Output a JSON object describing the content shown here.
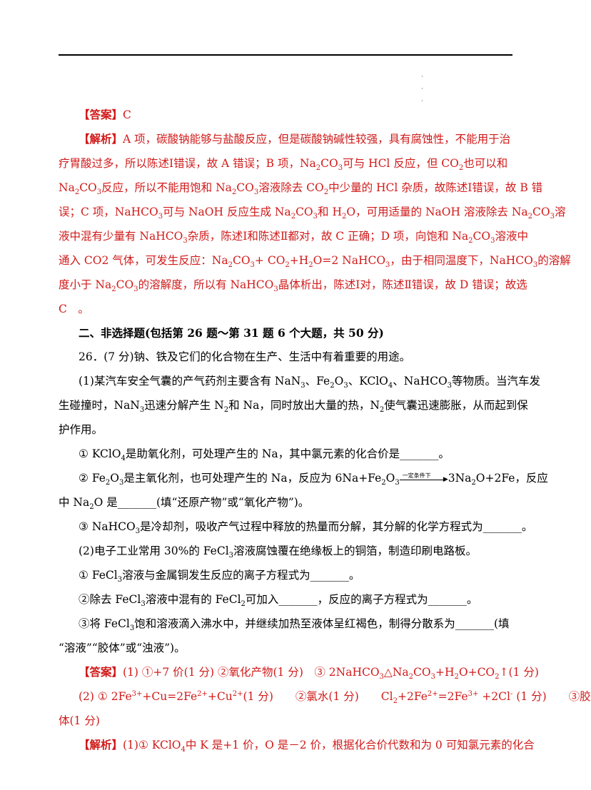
{
  "answer1": {
    "tag": "【答案】",
    "text": "C"
  },
  "analysis1": {
    "tag": "【解析】",
    "l1": "A 项，碳酸钠能够与盐酸反应，但是碳酸钠碱性较强，具有腐蚀性，不能用于治",
    "l2": "疗胃酸过多，所以陈述Ⅰ错误，故 A 错误；B 项，Na",
    "l2b": "CO",
    "l2c": "可与 HCl 反应，但 CO",
    "l2d": "也可以和",
    "l3a": "Na",
    "l3b": "CO",
    "l3c": "反应，所以不能用饱和 Na",
    "l3d": "CO",
    "l3e": "溶液除去 CO",
    "l3f": "中少量的 HCl 杂质，故陈述Ⅰ错误，故 B 错",
    "l4a": "误；C 项，NaHCO",
    "l4b": "可与 NaOH 反应生成 Na",
    "l4c": "CO",
    "l4d": "和 H",
    "l4e": "O，可用适量的 NaOH 溶液除去 Na",
    "l4f": "CO",
    "l4g": "溶",
    "l5a": "液中混有少量有 NaHCO",
    "l5b": "杂质，陈述Ⅰ和陈述Ⅱ都对，故 C 正确；D 项，向饱和 Na",
    "l5c": "CO",
    "l5d": "溶液中",
    "l6a": "通入 CO2 气体，可发生反应：Na",
    "l6b": "CO",
    "l6c": "+ CO",
    "l6d": "+H",
    "l6e": "O=2 NaHCO",
    "l6f": "，由于相同温度下，NaHCO",
    "l6g": "的溶解",
    "l7a": "度小于 Na",
    "l7b": "CO",
    "l7c": "的溶解度，所以有 NaHCO",
    "l7d": "晶体析出，陈述Ⅰ对，陈述Ⅱ错误，故 D 错误；故选",
    "l8": "C　。"
  },
  "section2": "二、非选择题(包括第 26 题～第 31 题 6 个大题，共 50 分)",
  "q26": {
    "title": "26．(7 分)钠、铁及它们的化合物在生产、生活中有着重要的用途。",
    "p1a": "(1)某汽车安全气囊的产气药剂主要含有 NaN",
    "p1b": "、Fe",
    "p1c": "O",
    "p1d": "、KClO",
    "p1e": "、NaHCO",
    "p1f": "等物质。当汽车发",
    "p2a": "生碰撞时，NaN",
    "p2b": "迅速分解产生 N",
    "p2c": "和 Na，同时放出大量的热，N",
    "p2d": "使气囊迅速膨胀，从而起到保",
    "p3": "护作用。",
    "i1a": "① KClO",
    "i1b": "是助氧化剂，可处理产生的 Na，其中氯元素的化合价是_______。",
    "i2a": "② Fe",
    "i2b": "O",
    "i2c": "是主氧化剂，也可处理产生的 Na，反应为 6Na+Fe",
    "i2d": "O",
    "i2cond": "一定条件下",
    "i2e": "3Na",
    "i2f": "O+2Fe，反应",
    "i2g": "中 Na",
    "i2h": "O 是_______(填“还原产物”或“氧化产物”)。",
    "i3a": "③ NaHCO",
    "i3b": "是冷却剂，吸收产气过程中释放的热量而分解，其分解的化学方程式为_______。",
    "p4a": "(2)电子工业常用 30%的 FeCl",
    "p4b": "溶液腐蚀覆在绝缘板上的铜箔，制造印刷电路板。",
    "j1a": "① FeCl",
    "j1b": "溶液与金属铜发生反应的离子方程式为_______。",
    "j2a": "②除去 FeCl",
    "j2b": "溶液中混有的 FeCl",
    "j2c": "可加入_______，反应的离子方程式为_______。",
    "j3a": "③将 FeCl",
    "j3b": "饱和溶液滴入沸水中，并继续加热至液体呈红褐色，制得分散系为_______(填",
    "j4": "“溶液”“胶体”或“浊液”)。"
  },
  "answer2": {
    "tag": "【答案】",
    "a1": "(1) ①+7 价(1 分) ②氧化产物(1 分)　③ 2NaHCO",
    "a1b": "△",
    "a1c": "Na",
    "a1d": "CO",
    "a1e": "+H",
    "a1f": "O+CO",
    "a1g": "↑(1 分)",
    "a2a": "(2) ① 2Fe",
    "a2b": "3+",
    "a2c": "+Cu=2Fe",
    "a2d": "2+",
    "a2e": "+Cu",
    "a2f": "2+",
    "a2g": "(1 分)　　②氯水(1 分)　　Cl",
    "a2h": "+2Fe",
    "a2i": "2+",
    "a2j": "=2Fe",
    "a2k": "3+",
    "a2l": " +2Cl",
    "a2m": "-",
    "a2n": " (1 分)　　③胶",
    "a3": "体(1 分)"
  },
  "analysis2": {
    "tag": "【解析】",
    "t1": "(1)① KClO",
    "t2": "中 K 是+1 价，O 是－2 价，根据化合价代数和为 0 可知氯元素的化合"
  },
  "sub": {
    "two": "2",
    "three": "3",
    "four": "4"
  }
}
